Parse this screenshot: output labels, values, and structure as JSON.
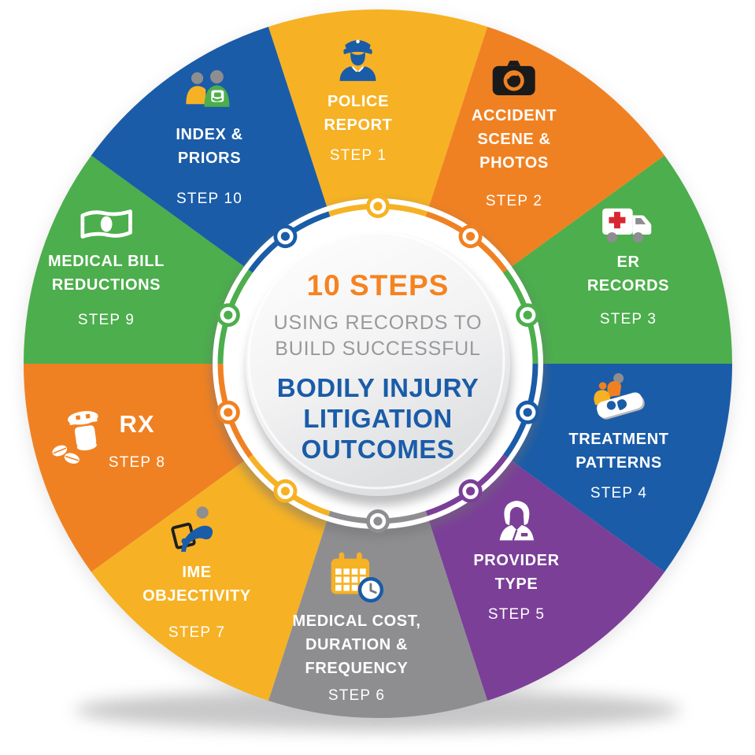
{
  "palette": {
    "yellow": "#F6B224",
    "orange": "#F08122",
    "green": "#4CAE4C",
    "blue": "#1A5CA8",
    "purple": "#7B3F98",
    "gray": "#8E8E91",
    "white": "#FFFFFF",
    "center_title_orange": "#F5831F",
    "center_subtitle_gray": "#97999B",
    "center_headline_blue": "#1A5CA8"
  },
  "center": {
    "title": "10 STEPS",
    "subtitle": "USING RECORDS TO\nBUILD SUCCESSFUL",
    "headline": "BODILY INJURY\nLITIGATION\nOUTCOMES"
  },
  "steps": [
    {
      "number": 1,
      "step_label": "STEP 1",
      "title": "POLICE\nREPORT",
      "color": "#F6B224",
      "icon": "police-officer-icon"
    },
    {
      "number": 2,
      "step_label": "STEP 2",
      "title": "ACCIDENT\nSCENE &\nPHOTOS",
      "color": "#F08122",
      "icon": "camera-icon"
    },
    {
      "number": 3,
      "step_label": "STEP 3",
      "title": "ER\nRECORDS",
      "color": "#4CAE4C",
      "icon": "ambulance-icon"
    },
    {
      "number": 4,
      "step_label": "STEP 4",
      "title": "TREATMENT\nPATTERNS",
      "color": "#1A5CA8",
      "icon": "patient-in-bed-icon"
    },
    {
      "number": 5,
      "step_label": "STEP 5",
      "title": "PROVIDER\nTYPE",
      "color": "#7B3F98",
      "icon": "medical-provider-icon"
    },
    {
      "number": 6,
      "step_label": "STEP 6",
      "title": "MEDICAL COST,\nDURATION &\nFREQUENCY",
      "color": "#8E8E91",
      "icon": "calendar-clock-icon"
    },
    {
      "number": 7,
      "step_label": "STEP 7",
      "title": "IME\nOBJECTIVITY",
      "color": "#F6B224",
      "icon": "examiner-writing-icon"
    },
    {
      "number": 8,
      "step_label": "STEP 8",
      "title": "RX",
      "color": "#F08122",
      "icon": "pill-bottle-icon"
    },
    {
      "number": 9,
      "step_label": "STEP 9",
      "title": "MEDICAL BILL\nREDUCTIONS",
      "color": "#4CAE4C",
      "icon": "money-bill-icon"
    },
    {
      "number": 10,
      "step_label": "STEP 10",
      "title": "INDEX &\nPRIORS",
      "color": "#1A5CA8",
      "icon": "two-people-icon"
    }
  ]
}
